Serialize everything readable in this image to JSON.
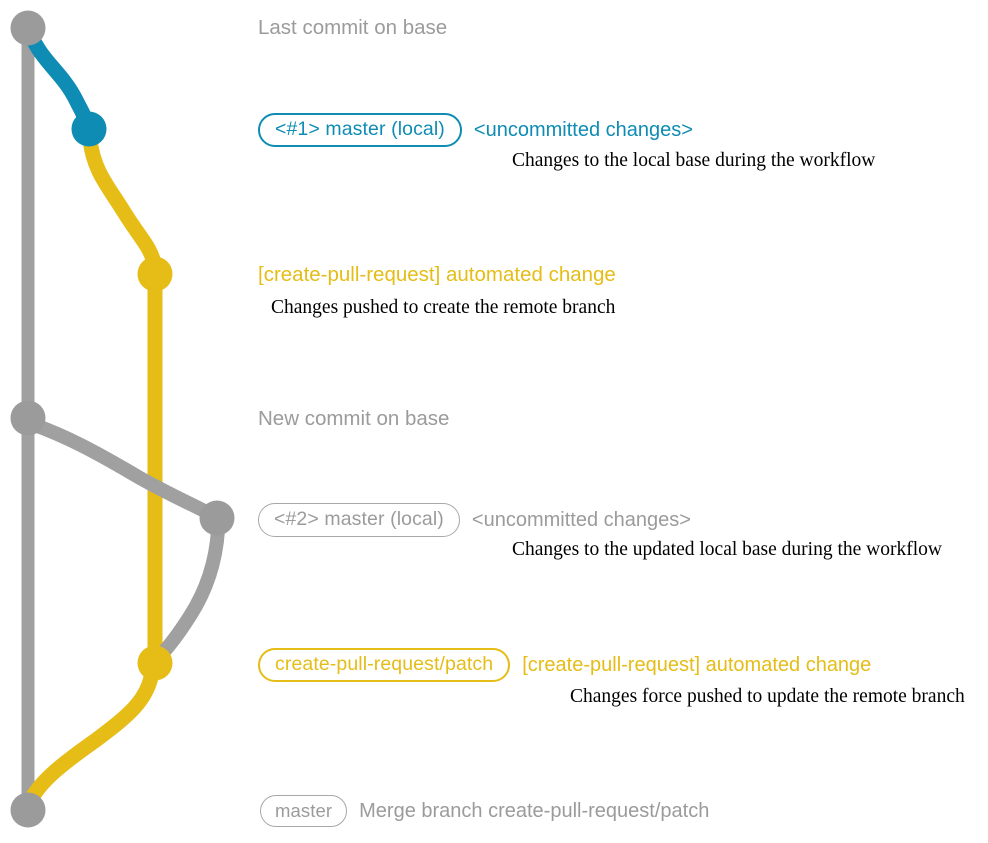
{
  "diagram": {
    "title": "git create-pull-request workflow branch graph",
    "colors": {
      "base_gray": "#9b9b9b",
      "edge_gray": "#a0a0a0",
      "teal": "#0e8cb4",
      "yellow": "#e5bd16",
      "background": "#ffffff",
      "description_text": "#000000"
    }
  },
  "commits": [
    {
      "id": "last-commit-on-base",
      "branch_label": null,
      "subject": "Last commit on base",
      "subject_color": "#9b9b9b",
      "description": null,
      "node_color": "#9b9b9b"
    },
    {
      "id": "local-master-1",
      "branch_label": "<#1> master (local)",
      "subject": "<uncommitted changes>",
      "subject_color": "#0e8cb4",
      "description": "Changes to the local base during the workflow",
      "node_color": "#0e8cb4"
    },
    {
      "id": "automated-change-1",
      "branch_label": null,
      "subject": "[create-pull-request] automated change",
      "subject_color": "#e5bd16",
      "description": "Changes pushed to create the remote branch",
      "node_color": "#e5bd16"
    },
    {
      "id": "new-commit-on-base",
      "branch_label": null,
      "subject": "New commit on base",
      "subject_color": "#9b9b9b",
      "description": null,
      "node_color": "#9b9b9b"
    },
    {
      "id": "local-master-2",
      "branch_label": "<#2> master (local)",
      "subject": "<uncommitted changes>",
      "subject_color": "#9b9b9b",
      "description": "Changes to the updated local base during the workflow",
      "node_color": "#9b9b9b"
    },
    {
      "id": "automated-change-2",
      "branch_label": "create-pull-request/patch",
      "subject": "[create-pull-request] automated change",
      "subject_color": "#e5bd16",
      "description": "Changes force pushed to update the remote branch",
      "node_color": "#e5bd16"
    },
    {
      "id": "merge-commit",
      "branch_label": "master",
      "subject": "Merge branch create-pull-request/patch",
      "subject_color": "#9b9b9b",
      "description": null,
      "node_color": "#9b9b9b"
    }
  ]
}
